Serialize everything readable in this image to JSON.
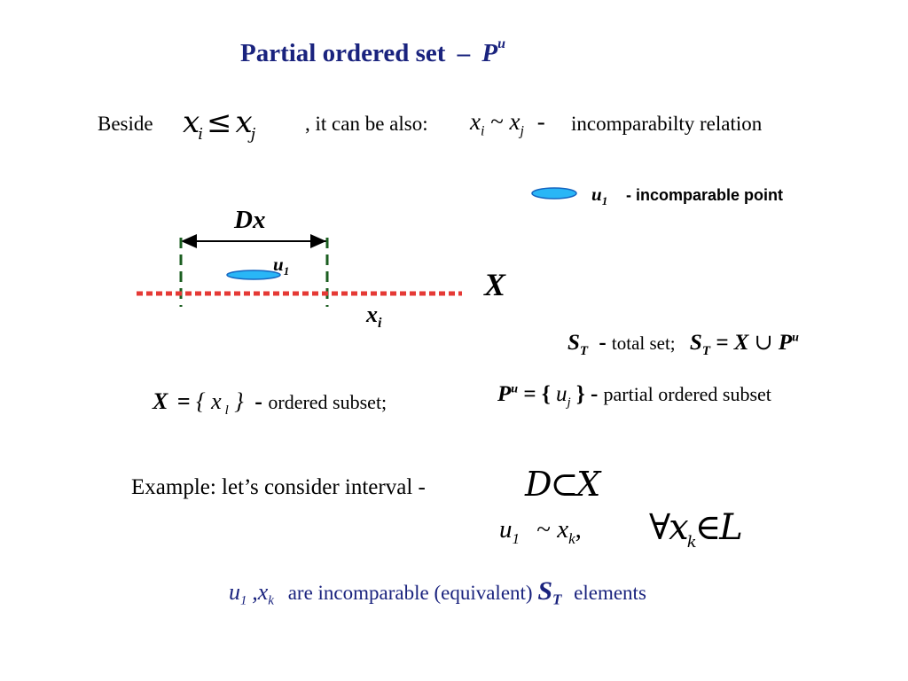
{
  "title": {
    "main": "Partial ordered set",
    "dash": "–",
    "P": "P",
    "u": "u"
  },
  "line1": {
    "beside": "Beside",
    "rel_x1": "x",
    "rel_i": "i",
    "rel_le": "≤",
    "rel_x2": "x",
    "rel_j": "j",
    "middle": ", it can be also:",
    "xi": "x",
    "i": "i",
    "tilde": "~",
    "xj": "x",
    "j": "j",
    "dash": "-",
    "tail": "incomparabilty relation"
  },
  "legend": {
    "u": "u",
    "sub": "1",
    "text": "- incomparable point"
  },
  "diagram": {
    "dx_label": "Dx",
    "u": "u",
    "u_sub": "1",
    "x_label": "X",
    "xi": "x",
    "xi_sub": "i",
    "colors": {
      "red_line": "#e53935",
      "green_bracket": "#1b5e20",
      "ellipse_fill": "#29b6f6",
      "ellipse_stroke": "#1565c0"
    }
  },
  "st_line": {
    "S": "S",
    "T": "T",
    "dash": "-",
    "text": "total set;",
    "S2": "S",
    "T2": "T",
    "eq": "= X",
    "cup": "∪",
    "P": "P",
    "u": "u"
  },
  "pu_line": {
    "P": "P",
    "u": "u",
    "eq": "= {",
    "uj": "u",
    "j": "j",
    "close": "} -",
    "text": "partial ordered subset"
  },
  "x_line": {
    "X": "X",
    "eq": "=",
    "open": "{",
    "x": "x",
    "l": "l",
    "close": "}",
    "dash": "-",
    "text": "ordered subset;"
  },
  "example": {
    "text": "Example: let’s consider interval -",
    "formula": "D⊂X"
  },
  "u1_line": {
    "u": "u",
    "sub": "1",
    "tilde": "~",
    "x": "x",
    "k": "k",
    "comma": ",",
    "formula": "∀x",
    "formula_k": "k",
    "formula_rest": "∈L"
  },
  "conclusion": {
    "u": "u",
    "sub1": "1",
    "comma": ",x",
    "k": "k",
    "text1": "are incomparable  (equivalent)",
    "S": "S",
    "T": "T",
    "text2": "elements"
  }
}
